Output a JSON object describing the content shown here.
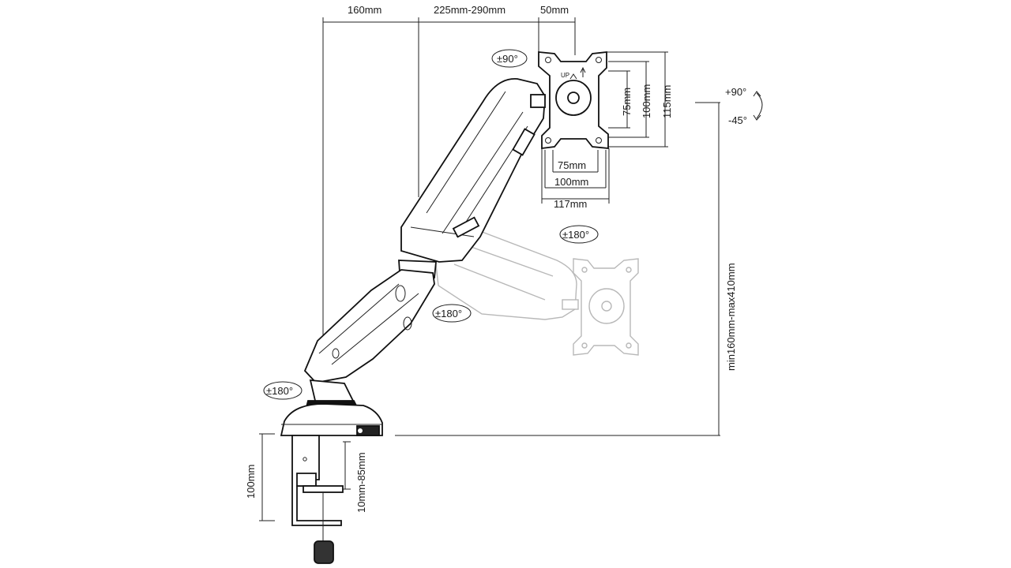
{
  "labels": {
    "d_base_to_joint": "160mm",
    "d_forearm": "225mm-290mm",
    "d_head": "50mm",
    "d_vesa_v75": "75mm",
    "d_vesa_v100": "100mm",
    "d_plate_h": "115mm",
    "d_vesa_h75": "75mm",
    "d_vesa_h100": "100mm",
    "d_plate_w": "117mm",
    "d_height_range": "min160mm-max410mm",
    "d_clamp_h": "100mm",
    "d_desk_thickness": "10mm-85mm",
    "rot_head": "±90°",
    "rot_tilt_up": "+90°",
    "rot_tilt_down": "-45°",
    "rot_ghost": "±180°",
    "rot_elbow": "±180°",
    "rot_base": "±180°",
    "plate_up": "UP"
  },
  "colors": {
    "line": "#222222",
    "ghost": "#b8b8b8"
  }
}
